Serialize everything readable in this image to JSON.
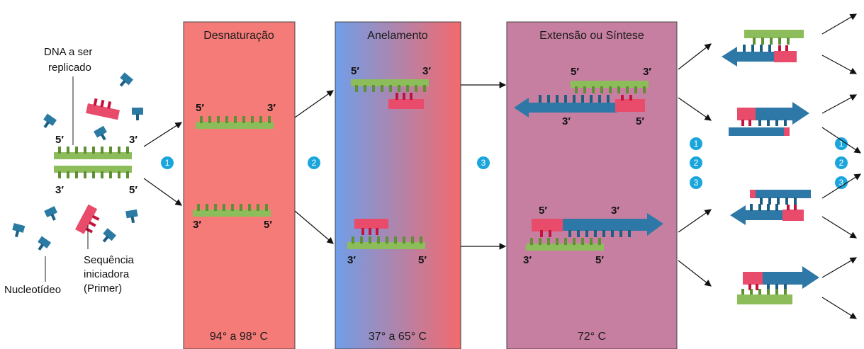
{
  "stages": [
    {
      "title": "Desnaturação",
      "temp": "94° a 98° C"
    },
    {
      "title": "Anelamento",
      "temp": "37° a 65° C"
    },
    {
      "title": "Extensão ou Síntese",
      "temp": "72° C"
    }
  ],
  "labels": {
    "dna_line1": "DNA a ser",
    "dna_line2": "replicado",
    "nucleotide": "Nucleotídeo",
    "primer_line1": "Sequência",
    "primer_line2": "iniciadora",
    "primer_line3": "(Primer)"
  },
  "ends": {
    "five": "5′",
    "three": "3′"
  },
  "steps": [
    "1",
    "2",
    "3"
  ],
  "colors": {
    "denature_bg": "#f47b78",
    "anneal_left": "#6f9ee8",
    "anneal_right": "#f26a6e",
    "extend_bg": "#c67fa0",
    "template_green": "#8dbd5a",
    "primer_red": "#e94b6a",
    "nucleotide_blue": "#2a7aa3",
    "step_badge": "#1aa6dc"
  }
}
